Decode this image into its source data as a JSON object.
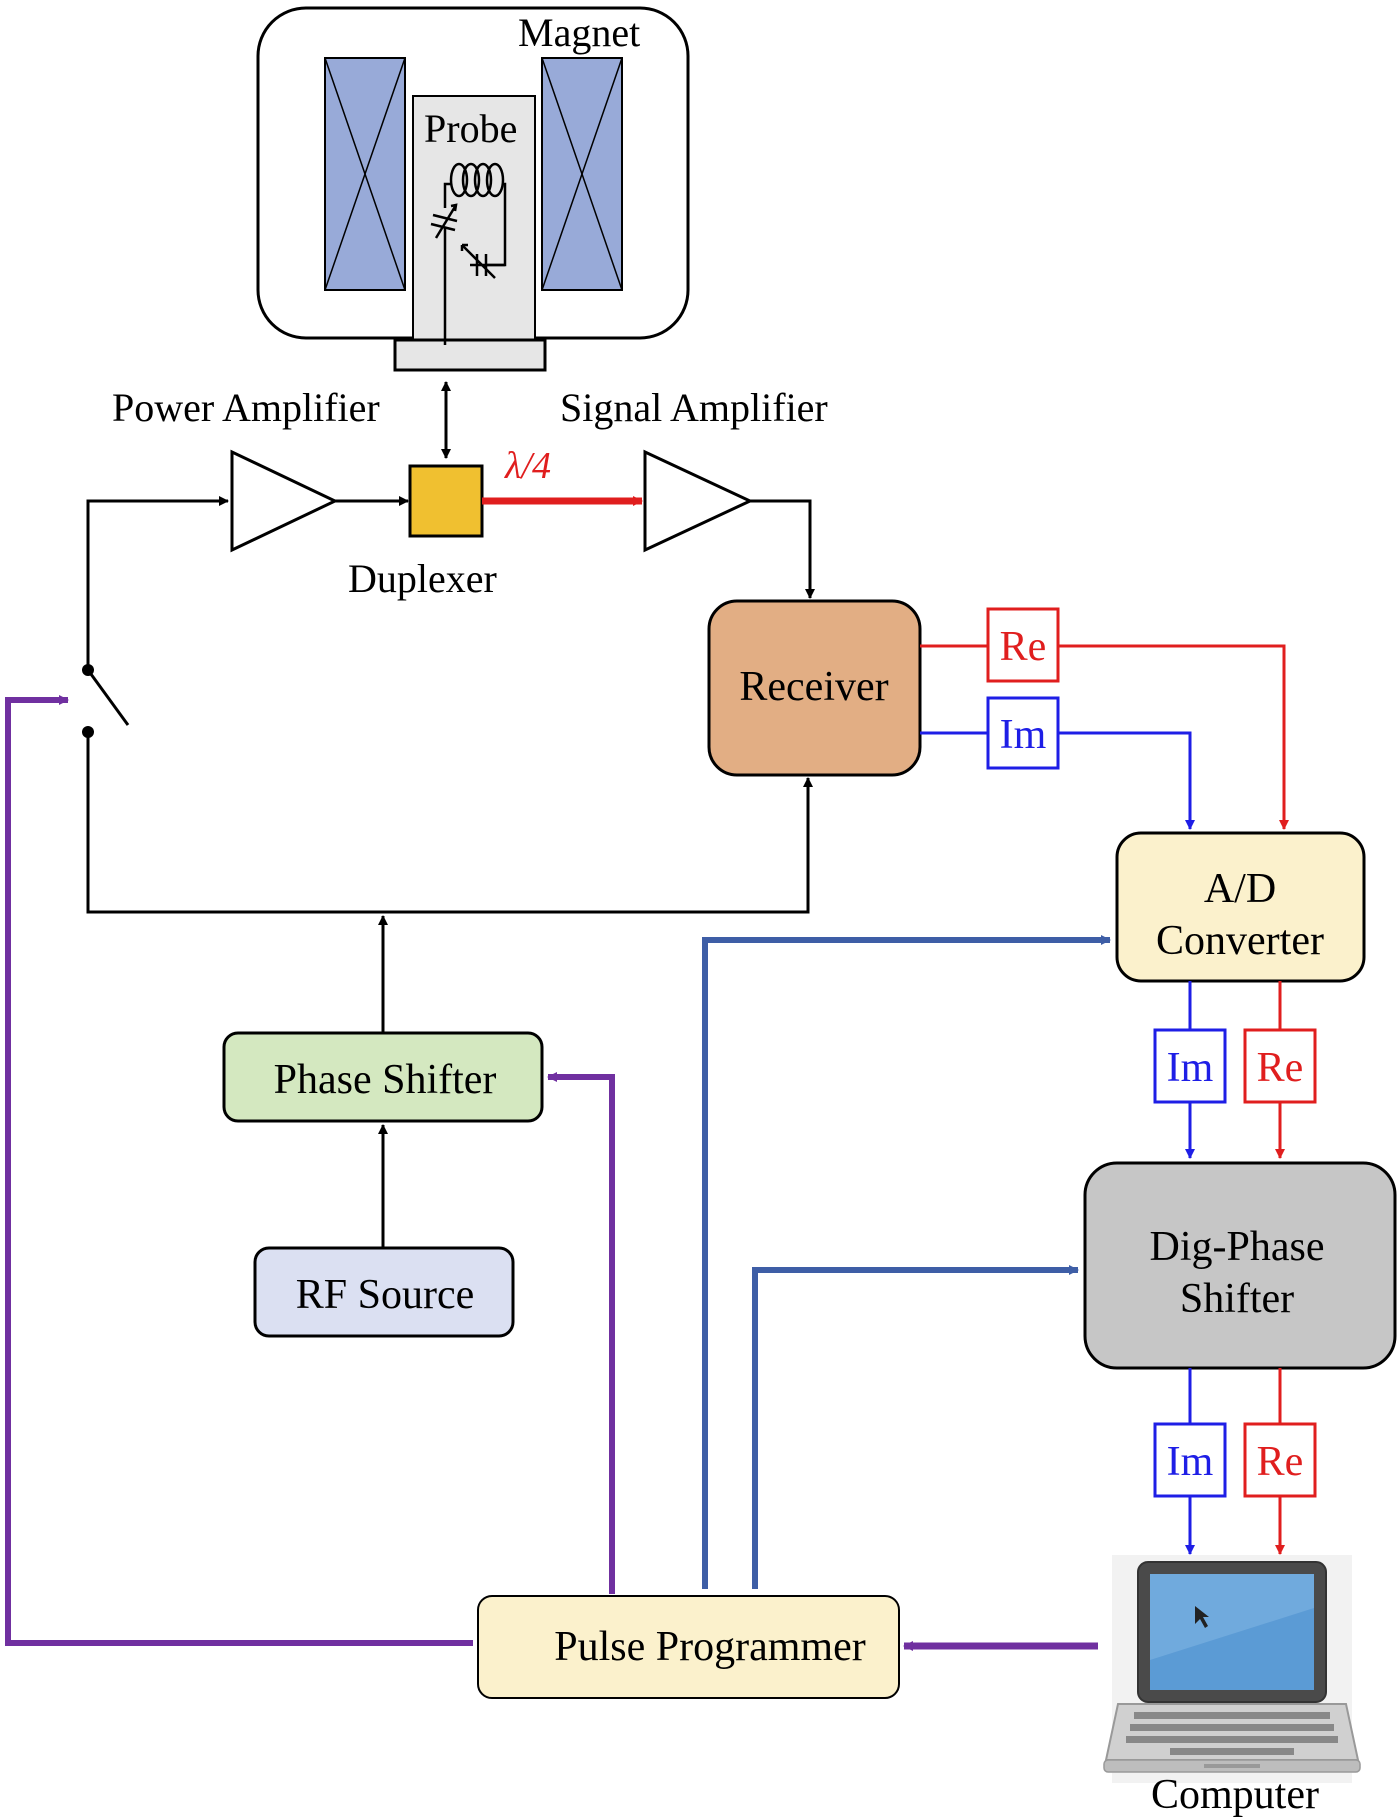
{
  "labels": {
    "magnet": "Magnet",
    "probe": "Probe",
    "power_amplifier": "Power Amplifier",
    "signal_amplifier": "Signal Amplifier",
    "duplexer": "Duplexer",
    "lambda": "λ/4",
    "receiver": "Receiver",
    "ad_line1": "A/D",
    "ad_line2": "Converter",
    "phase_shifter": "Phase Shifter",
    "rf_source": "RF Source",
    "dig_line1": "Dig-Phase",
    "dig_line2": "Shifter",
    "pulse_programmer": "Pulse Programmer",
    "computer": "Computer",
    "re": "Re",
    "im": "Im"
  },
  "colors": {
    "magnet_coil": "#98aad8",
    "probe_bg": "#e6e6e6",
    "duplexer": "#f0c030",
    "receiver": "#e2ae84",
    "ad_converter": "#fbf1cc",
    "phase_shifter": "#d4e8c0",
    "rf_source": "#dbe0f2",
    "dig_phase_shifter": "#c6c6c6",
    "pulse_programmer": "#fbf1cc",
    "real": "#e01e1e",
    "imag": "#1e1ee6",
    "control_purple": "#7030a0",
    "control_blue": "#3e5ea6",
    "rf_line": "#000000",
    "lambda_red": "#e01e1e"
  }
}
